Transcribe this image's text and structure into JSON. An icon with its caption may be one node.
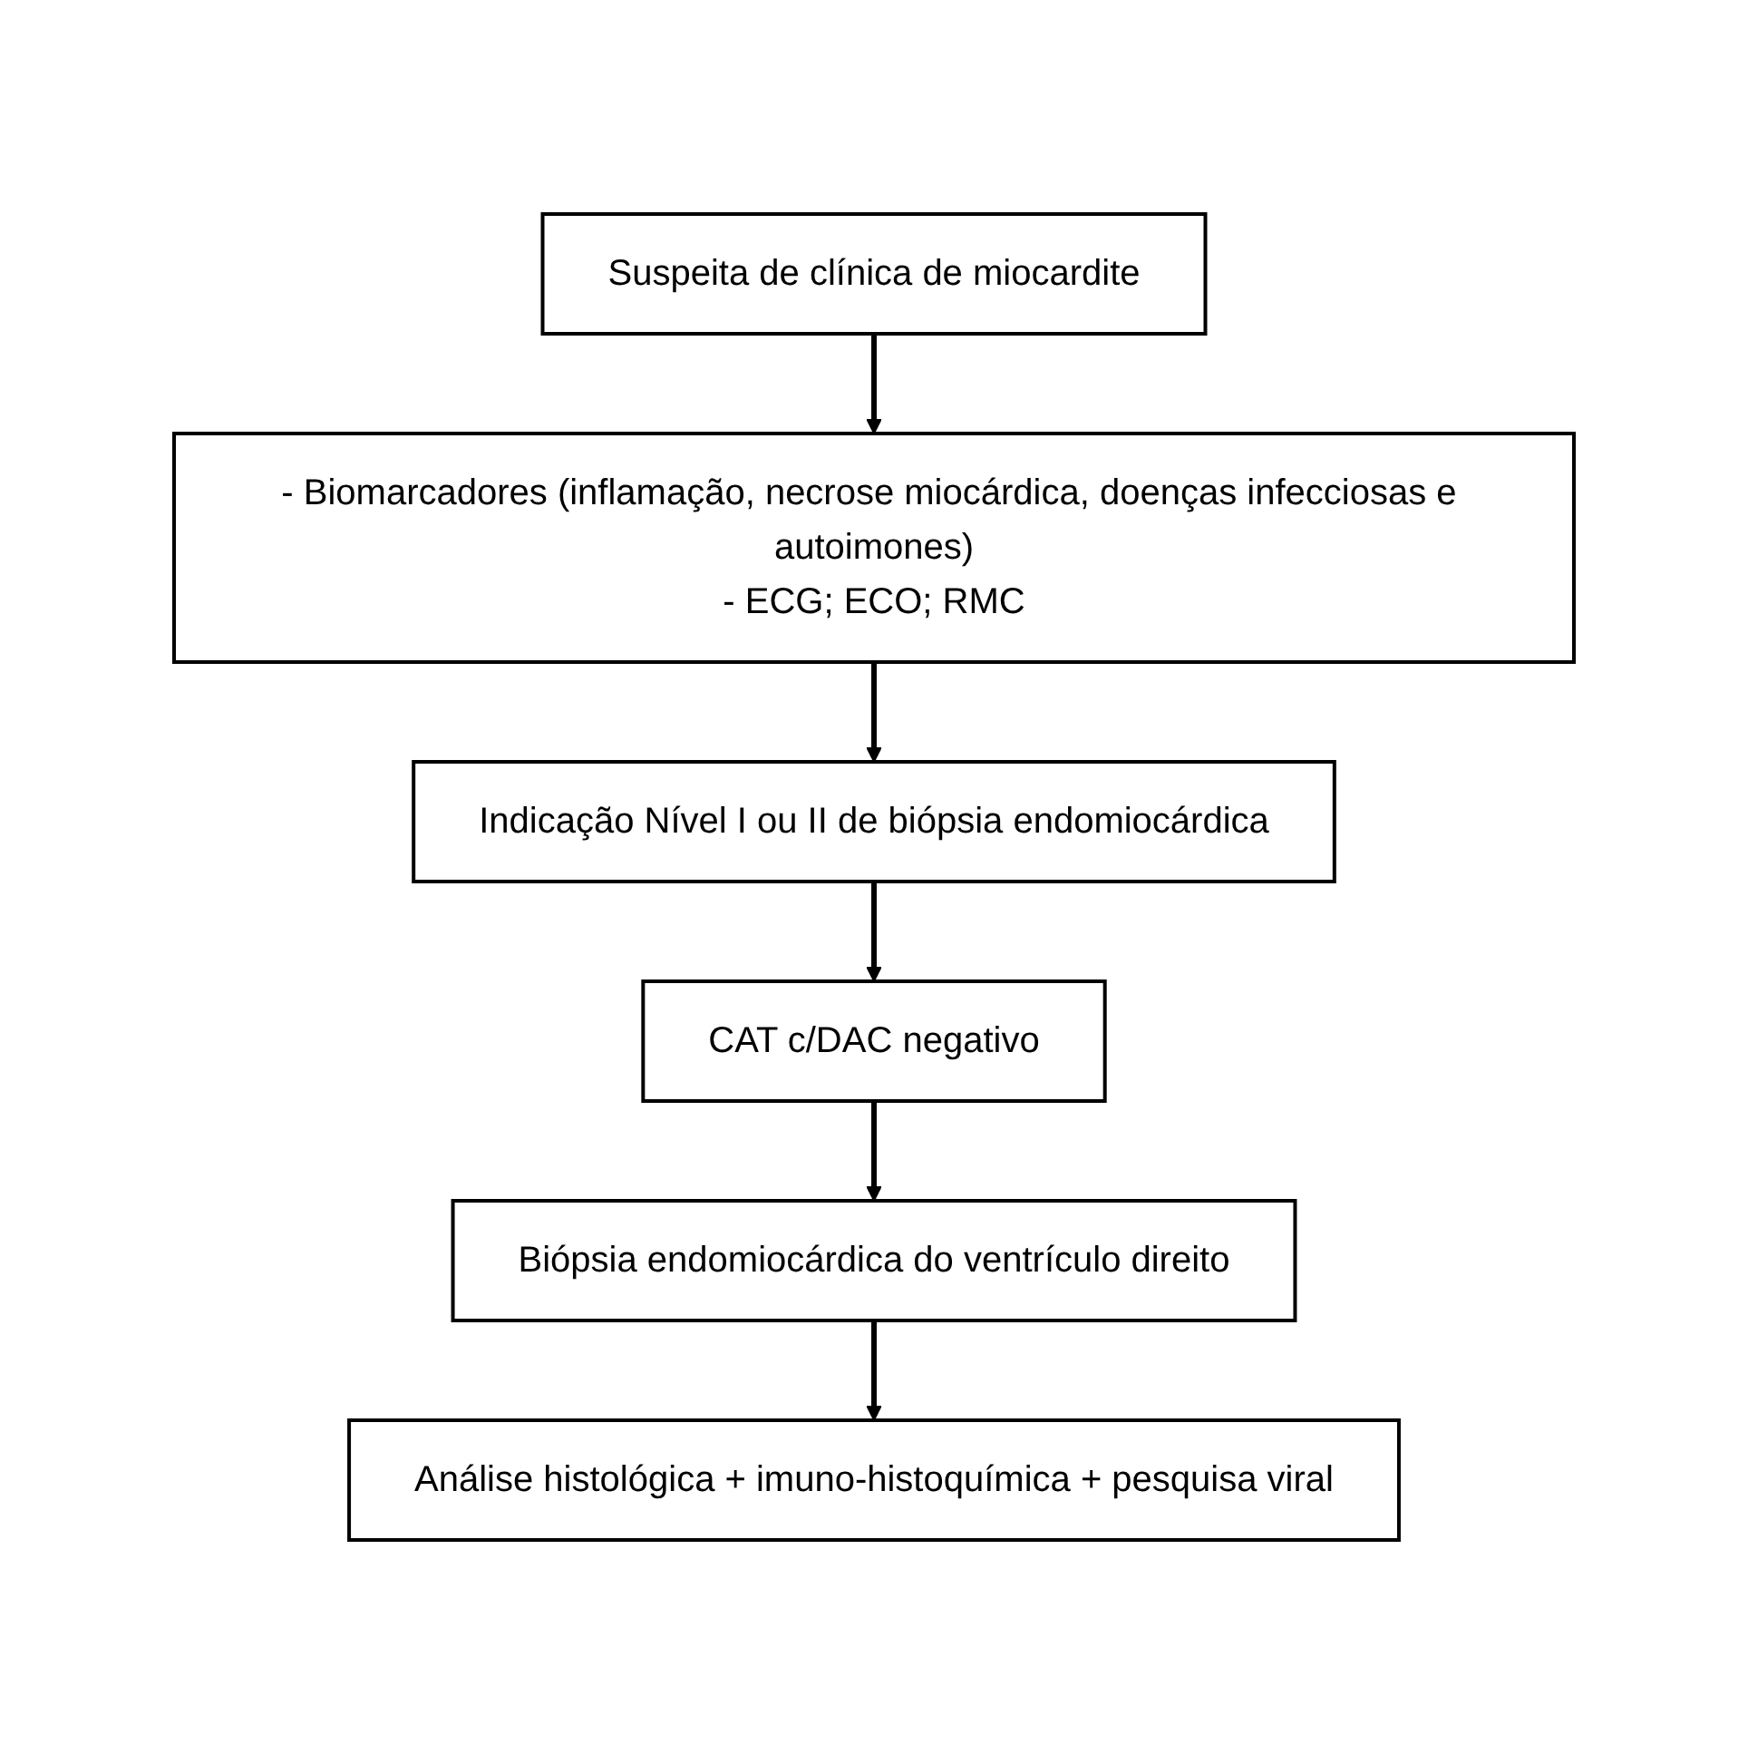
{
  "diagram": {
    "nodes": [
      {
        "text": [
          "Suspeita de clínica de miocardite"
        ]
      },
      {
        "text": [
          "- Biomarcadores (inflamação, necrose miocárdica, doenças infecciosas e autoimones)",
          "- ECG; ECO; RMC"
        ]
      },
      {
        "text": [
          "Indicação Nível I ou II de biópsia endomiocárdica"
        ]
      },
      {
        "text": [
          "CAT c/DAC negativo"
        ]
      },
      {
        "text": [
          "Biópsia endomiocárdica do ventrículo direito"
        ]
      },
      {
        "text": [
          "Análise histológica + imuno-histoquímica + pesquisa viral"
        ]
      }
    ],
    "edges": [
      {
        "from": 0,
        "to": 1,
        "arrow": "to"
      },
      {
        "from": 1,
        "to": 2,
        "arrow": "to"
      },
      {
        "from": 2,
        "to": 3,
        "arrow": "to"
      },
      {
        "from": 3,
        "to": 4,
        "arrow": "to"
      },
      {
        "from": 4,
        "to": 5,
        "arrow": "to"
      }
    ]
  }
}
